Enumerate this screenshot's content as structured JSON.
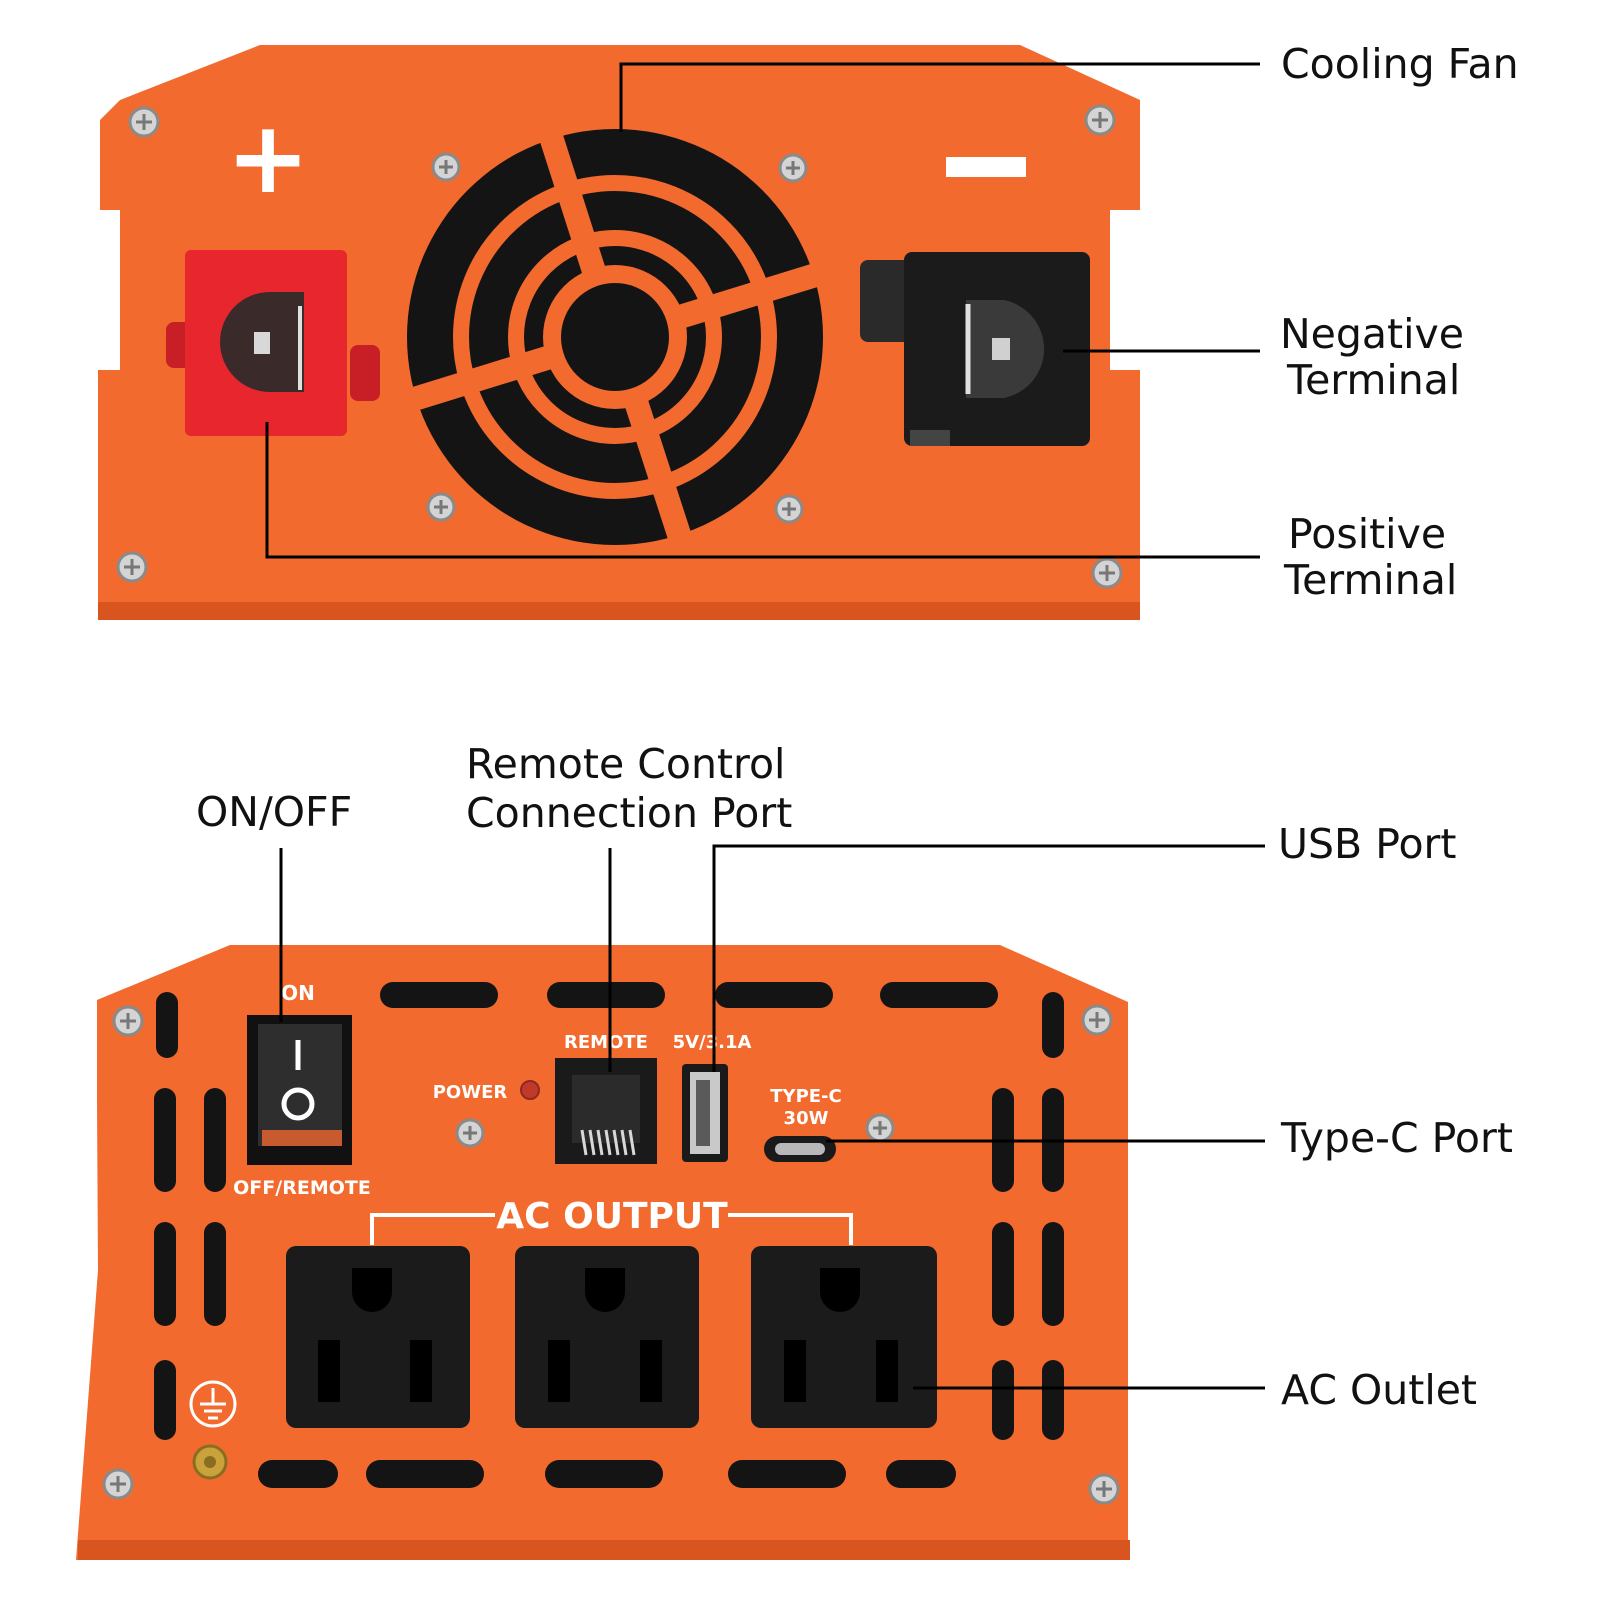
{
  "front_panel": {
    "plus_symbol": "+",
    "minus_symbol": "−"
  },
  "back_panel": {
    "switch_on_label": "ON",
    "switch_off_label": "OFF/REMOTE",
    "switch_on_glyph": "I",
    "switch_off_glyph": "O",
    "power_label": "POWER",
    "remote_label": "REMOTE",
    "usb_rating": "5V/3.1A",
    "typec_label": "TYPE-C",
    "typec_rating": "30W",
    "ac_output_label": "AC OUTPUT"
  },
  "callouts": {
    "cooling_fan": "Cooling Fan",
    "negative_terminal_line1": "Negative",
    "negative_terminal_line2": "Terminal",
    "positive_terminal_line1": "Positive",
    "positive_terminal_line2": "Terminal",
    "on_off": "ON/OFF",
    "remote_line1": "Remote Control",
    "remote_line2": "Connection Port",
    "usb_port": "USB Port",
    "typec_port": "Type-C Port",
    "ac_outlet": "AC Outlet"
  },
  "colors": {
    "housing": "#f26a2e",
    "housing_shadow": "#d95520",
    "positive_terminal": "#e8262e",
    "negative_terminal": "#1b1b1b",
    "fan_black": "#141414",
    "line": "#000000"
  }
}
